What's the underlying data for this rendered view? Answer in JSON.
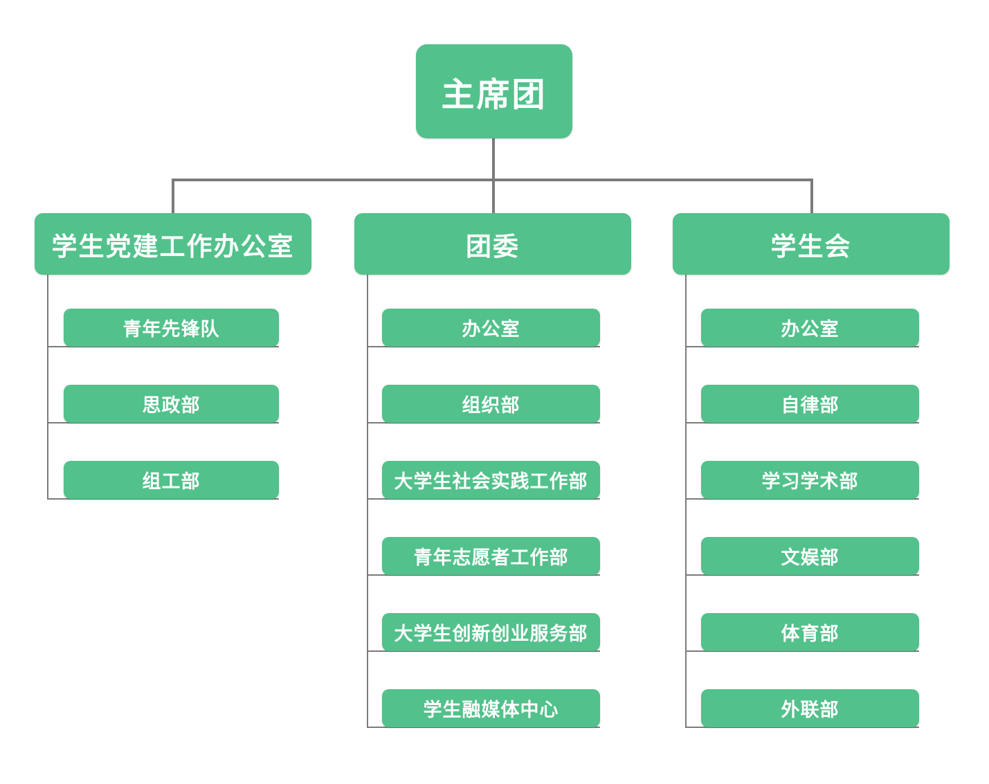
{
  "colors": {
    "node_green": "#52C18B",
    "node_text": "#ffffff",
    "connector_gray": "#7b7b7b",
    "background": "#ffffff"
  },
  "root": {
    "label": "主席团"
  },
  "branches": [
    {
      "label": "学生党建工作办公室",
      "children": [
        "青年先锋队",
        "思政部",
        "组工部"
      ]
    },
    {
      "label": "团委",
      "children": [
        "办公室",
        "组织部",
        "大学生社会实践工作部",
        "青年志愿者工作部",
        "大学生创新创业服务部",
        "学生融媒体中心"
      ]
    },
    {
      "label": "学生会",
      "children": [
        "办公室",
        "自律部",
        "学习学术部",
        "文娱部",
        "体育部",
        "外联部"
      ]
    }
  ]
}
